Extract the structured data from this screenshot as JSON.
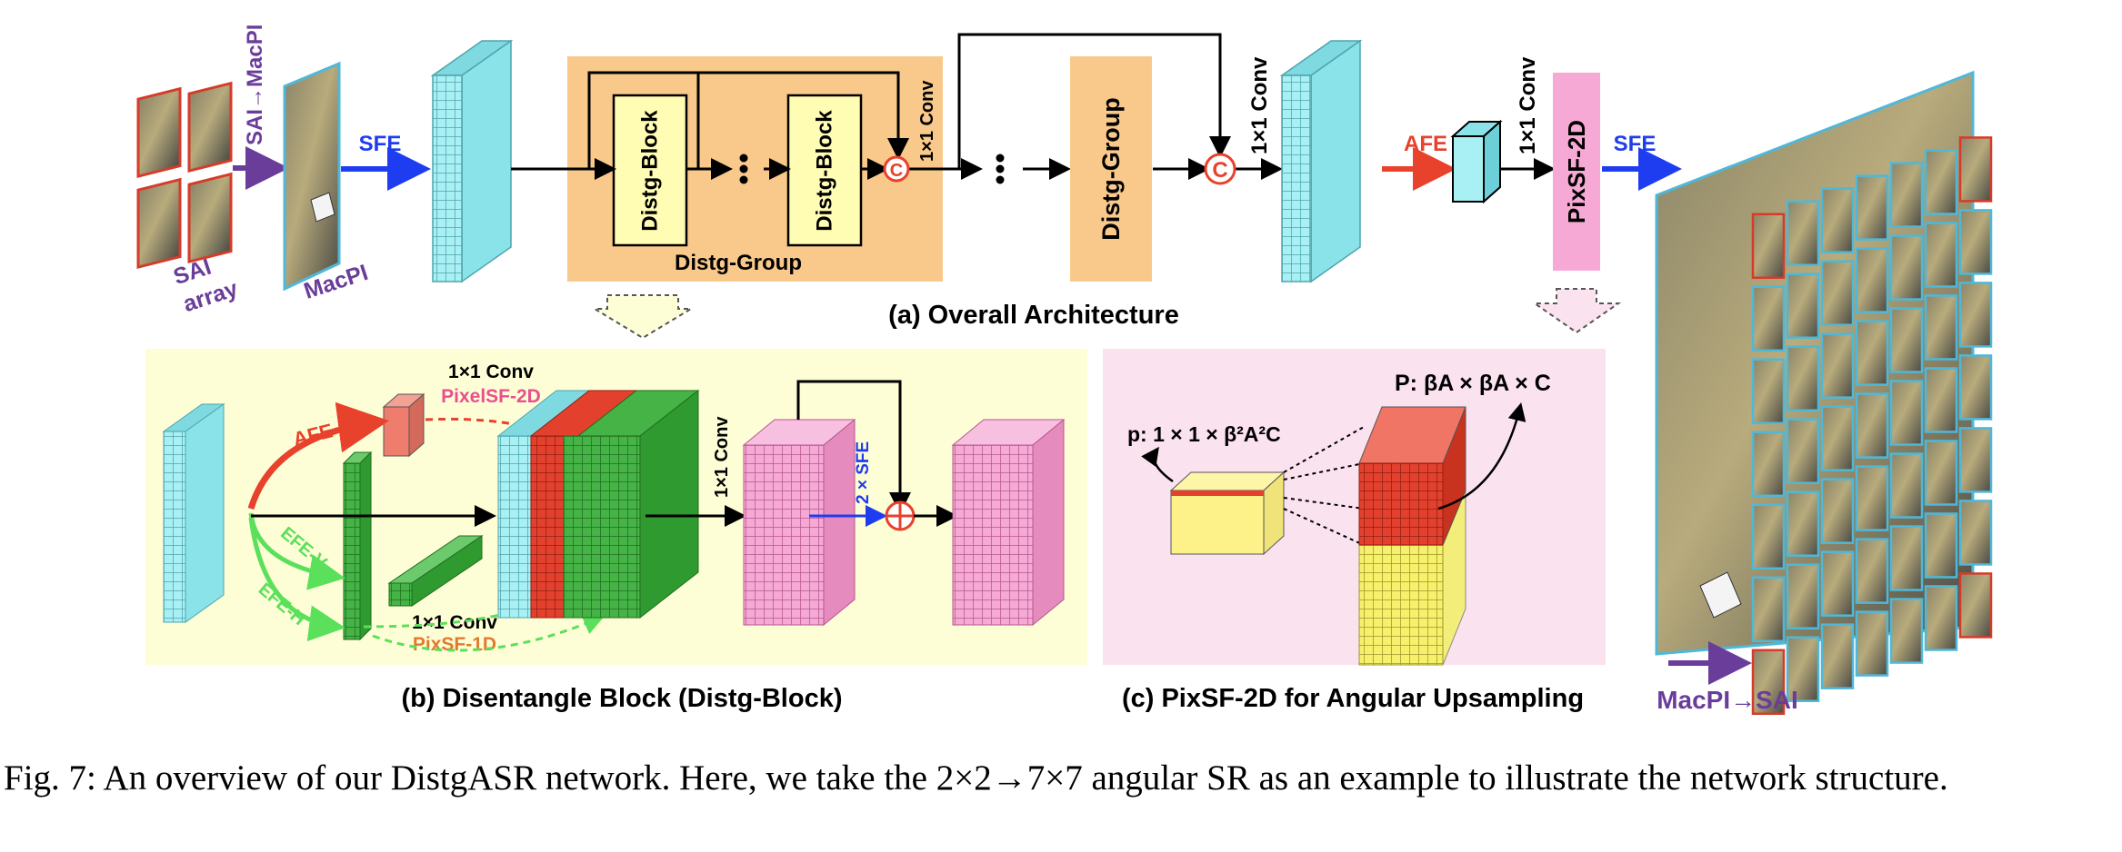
{
  "labels": {
    "sai_array_line1": "SAI",
    "sai_array_line2": "array",
    "sai_to_macpi": "SAI→MacPI",
    "macpi": "MacPI",
    "sfe_1": "SFE",
    "distg_block_1": "Distg-Block",
    "distg_block_2": "Distg-Block",
    "distg_group_label": "Distg-Group",
    "conv_1x1_group": "1×1 Conv",
    "concat_symbol": "C",
    "distg_group_2": "Distg-Group",
    "conv_1x1_main": "1×1 Conv",
    "afe_main": "AFE",
    "conv_1x1_after_afe": "1×1 Conv",
    "pixsf_2d": "PixSF-2D",
    "sfe_2": "SFE",
    "macpi_to_sai": "MacPI→SAI",
    "caption_a": "(a) Overall Architecture",
    "afe_b": "AFE",
    "conv_1x1_b_top": "1×1 Conv",
    "pixelsf_2d_b": "PixelSF-2D",
    "efe_v": "EFE-V",
    "efe_h": "EFE-H",
    "conv_1x1_b_bottom": "1×1 Conv",
    "pixsf_1d_b": "PixSF-1D",
    "conv_1x1_b_mid": "1×1 Conv",
    "sfe_2x": "2 × SFE",
    "add_symbol": "⊕",
    "caption_b": "(b) Disentangle Block (Distg-Block)",
    "p_small": "p:  1 × 1 × β²A²C",
    "p_big": "P:  βA × βA × C",
    "caption_c": "(c) PixSF-2D for Angular Upsampling",
    "fig_caption": "Fig. 7: An overview of our DistgASR network. Here, we take the 2×2→7×7 angular SR as an example to illustrate the network structure."
  },
  "colors": {
    "cyan": "#a8f0f4",
    "orange_panel": "#f9c98b",
    "yellow_panel": "#fefed6",
    "pink_panel": "#fbe2ef",
    "pink_block": "#f6a9d4",
    "green": "#3fae3f",
    "red": "#e8412c",
    "purple": "#6a3d9a",
    "blue": "#1f3df0",
    "salmon": "#ee7d6e"
  }
}
